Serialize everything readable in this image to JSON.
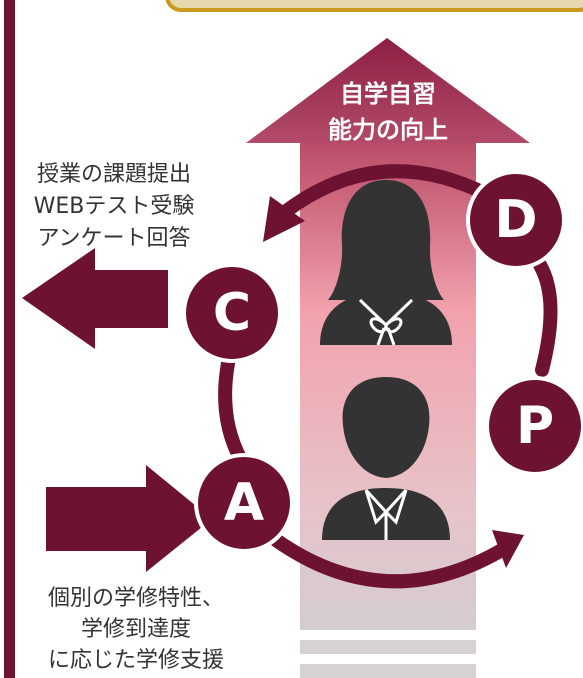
{
  "arrow_title": {
    "line1": "自学自習",
    "line2": "能力の向上"
  },
  "output_text": {
    "line1": "授業の課題提出",
    "line2": "WEBテスト受験",
    "line3": "アンケート回答"
  },
  "input_text": {
    "line1": "個別の学修特性、",
    "line2": "学修到達度",
    "line3": "に応じた学修支援"
  },
  "cycle": {
    "d": "D",
    "c": "C",
    "p": "P",
    "a": "A"
  },
  "icons": {
    "student_female": "female-student-icon",
    "student_male": "male-student-icon"
  },
  "colors": {
    "primary": "#6e1232",
    "banner_border": "#c99a1c",
    "banner_fill": "#e6d8ad",
    "figure": "#333333"
  }
}
